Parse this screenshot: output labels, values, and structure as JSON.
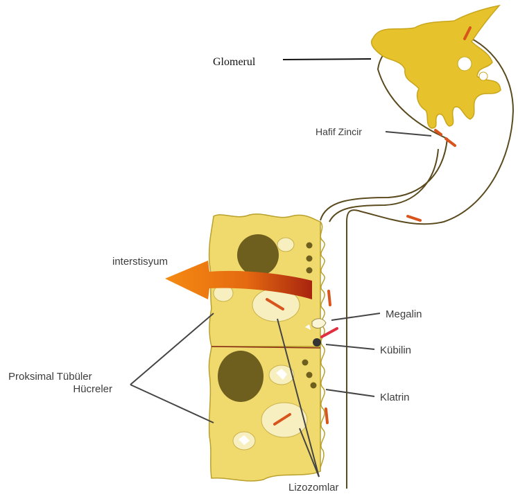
{
  "labels": {
    "glomerul": "Glomerul",
    "hafif_zincir": "Hafif Zincir",
    "interstisyum": "interstisyum",
    "megalin": "Megalin",
    "kubilin": "Kübilin",
    "klatrin": "Klatrin",
    "proksimal_line1": "Proksimal Tübüler",
    "proksimal_line2": "Hücreler",
    "lizozomlar": "Lizozomlar"
  },
  "colors": {
    "cell_fill": "#f0da6e",
    "cell_edge": "#b9a02a",
    "glomerulus_fill": "#e6c22c",
    "nucleus_fill": "#6e5f1e",
    "vesicle_fill": "#f8efc0",
    "light_chain": "#d9541c",
    "kubilin_receptor": "#e03040",
    "arrow_orange": "#f07a10",
    "arrow_dark": "#b02a12",
    "tubule_line": "#5a4a1e",
    "leader_line": "#444444"
  }
}
